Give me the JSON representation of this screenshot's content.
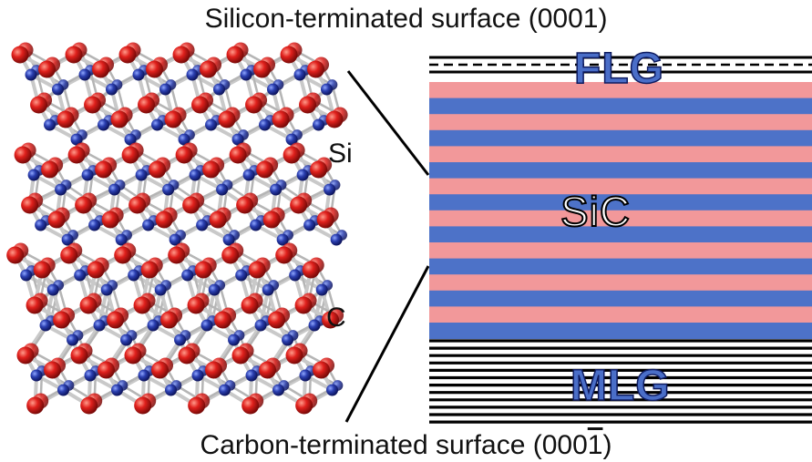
{
  "captions": {
    "top": "Silicon-terminated surface (0001)",
    "bottom_prefix": "Carbon-terminated surface (000",
    "bottom_overbar": "1",
    "bottom_suffix": ")"
  },
  "atom_labels": {
    "si": "Si",
    "c": "C"
  },
  "layers": {
    "flg": "FLG",
    "sic": "SiC",
    "mlg": "MLG"
  },
  "colors": {
    "silicon_atom": "#e0201c",
    "carbon_atom": "#2b3fb0",
    "bond": "#c9c9c9",
    "sic_pink": "#f2989a",
    "sic_blue": "#4d72c8",
    "graphene_line": "#000000"
  }
}
